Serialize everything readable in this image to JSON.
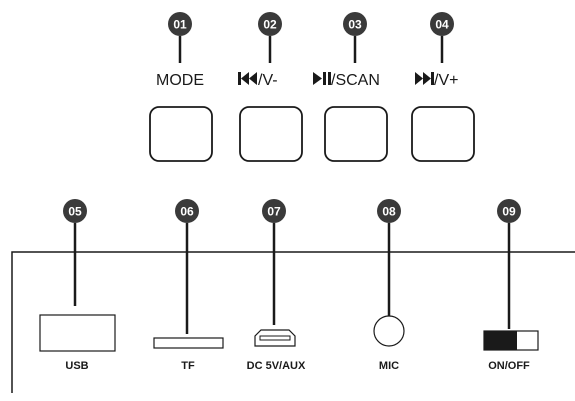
{
  "callouts": [
    "01",
    "02",
    "03",
    "04",
    "05",
    "06",
    "07",
    "08",
    "09"
  ],
  "buttons": [
    {
      "label": "MODE",
      "glyph": ""
    },
    {
      "label": "/V-",
      "glyph": "prev-icon"
    },
    {
      "label": "/SCAN",
      "glyph": "play-pause-icon"
    },
    {
      "label": "/V+",
      "glyph": "next-icon"
    }
  ],
  "ports": [
    {
      "label": "USB"
    },
    {
      "label": "TF"
    },
    {
      "label": "DC 5V/AUX"
    },
    {
      "label": "MIC"
    },
    {
      "label": "ON/OFF"
    }
  ],
  "colors": {
    "callout": "#3a3a3a",
    "line": "#1a1a1a"
  }
}
